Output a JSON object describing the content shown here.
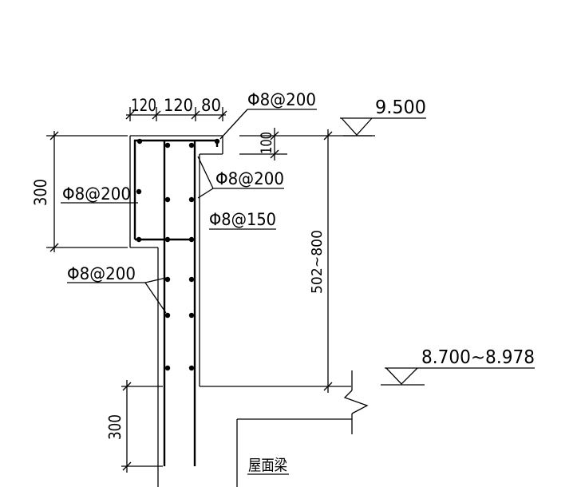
{
  "dimensions": {
    "widths": [
      "120",
      "120",
      "80"
    ],
    "height_total": "300",
    "height_lip": "100",
    "height_wall": "502~800",
    "height_anchor": "300"
  },
  "rebar_labels": {
    "top": "Φ8@200",
    "inner_stirrup": "Φ8@200",
    "left": "Φ8@200",
    "stirrup": "Φ8@150",
    "wall": "Φ8@200"
  },
  "elevations": {
    "top": "9.500",
    "bottom": "8.700~8.978"
  },
  "captions": {
    "roof_beam": "屋面梁"
  }
}
